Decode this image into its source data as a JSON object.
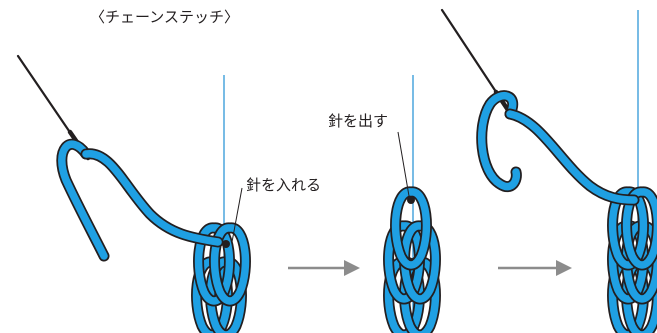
{
  "title": "〈チェーンステッチ〉",
  "steps": [
    {
      "label": "針を入れる"
    },
    {
      "label": "針を出す"
    },
    {
      "label": ""
    }
  ],
  "colors": {
    "thread": "#1fa0e3",
    "thread_outline": "#231f20",
    "guide_line": "#1f8fd4",
    "needle": "#231f20",
    "arrow": "#8c8c8c"
  },
  "icons": [
    "needle-icon",
    "arrow-right-icon"
  ]
}
